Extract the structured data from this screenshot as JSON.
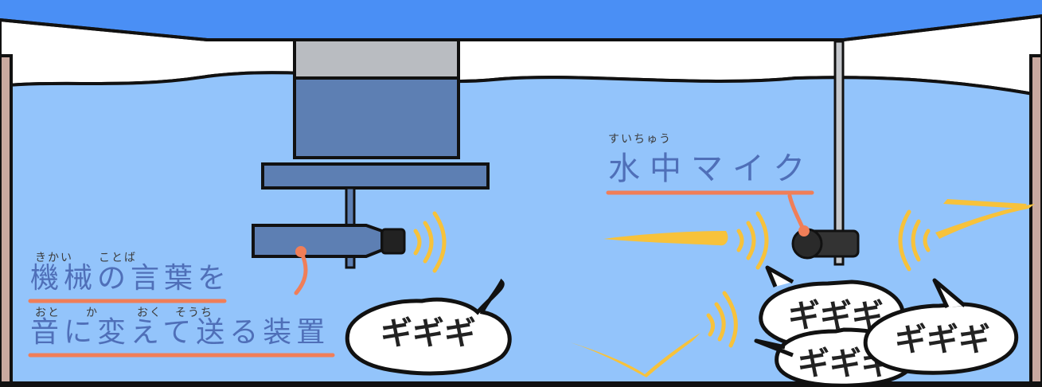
{
  "left_label": {
    "line1_ruby": "きかい　　ことば",
    "line1": "機械の言葉を",
    "line2_ruby": "おと　　か　　　おく　そうち",
    "line2": "音に変えて送る装置"
  },
  "right_label": {
    "ruby": "すいちゅう",
    "text": "水中マイク"
  },
  "bubbles": {
    "left": "ギギギ",
    "right_back": "ギギギ",
    "right_mid": "ギギギ",
    "right_front": "ギギギ"
  },
  "colors": {
    "sky": "#4a8ff5",
    "water": "#93c4fb",
    "foam": "#ffffff",
    "device_body": "#5d7fb3",
    "device_top": "#b9bcc1",
    "orange": "#f07e58",
    "sound": "#f7c23b",
    "wall": "#c9a9a0"
  }
}
